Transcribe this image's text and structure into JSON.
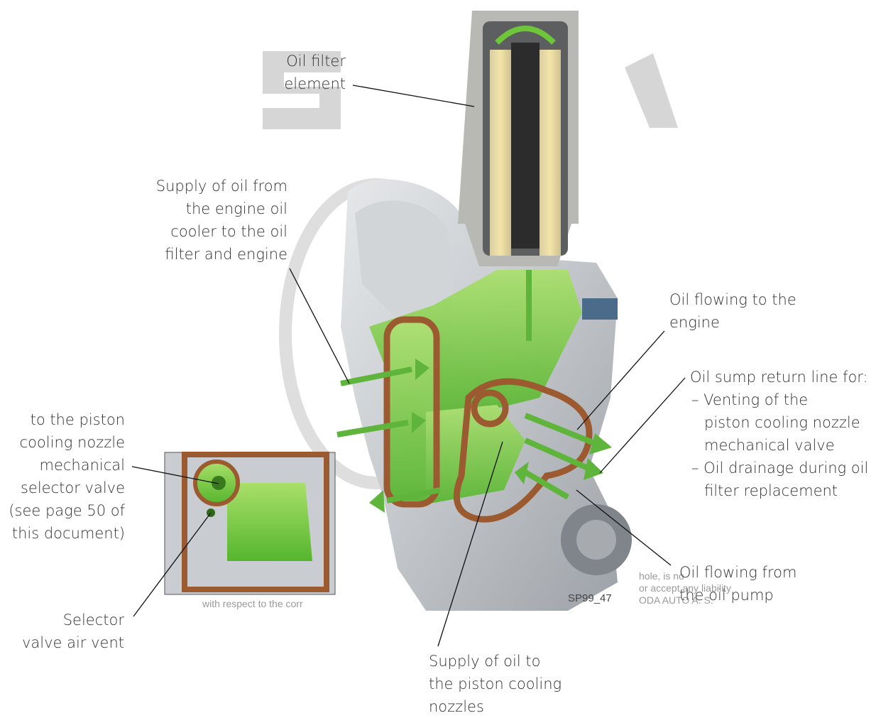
{
  "figure": {
    "code": "SP99_47",
    "watermark_left": "with respect to the corr",
    "watermark_right_1": "hole, is no",
    "watermark_right_2": "or accept any liability",
    "watermark_right_3": "ODA AUTO A. S."
  },
  "labels": {
    "oil_filter_element": [
      "Oil filter",
      "element"
    ],
    "supply_from_cooler": [
      "Supply of oil from",
      "the engine oil",
      "cooler to the oil",
      "filter and engine"
    ],
    "oil_to_engine": [
      "Oil flowing to the",
      "engine"
    ],
    "sump_return": {
      "title": "Oil sump return line for:",
      "items": [
        [
          "– Venting of the",
          "piston cooling nozzle",
          "mechanical valve"
        ],
        [
          "– Oil drainage during oil",
          "filter replacement"
        ]
      ]
    },
    "piston_valve": [
      "to the piston",
      "cooling nozzle",
      "mechanical",
      "selector valve",
      "(see page 50 of",
      "this document)"
    ],
    "selector_vent": [
      "Selector",
      "valve air vent"
    ],
    "oil_from_pump": [
      "Oil flowing from",
      "the oil pump"
    ],
    "supply_to_nozzles": [
      "Supply of oil to",
      "the piston cooling",
      "nozzles"
    ]
  }
}
